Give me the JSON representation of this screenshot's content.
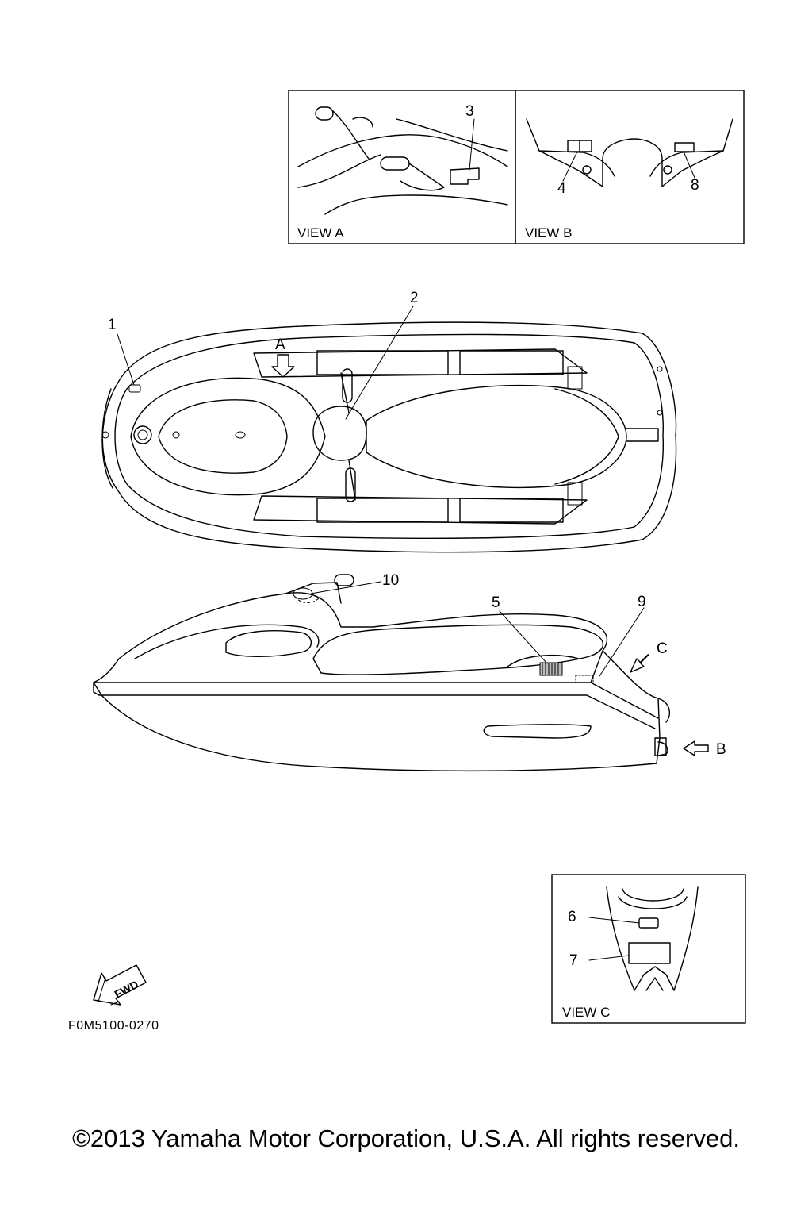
{
  "views": {
    "a": {
      "caption": "VIEW A",
      "callouts": [
        "3"
      ]
    },
    "b": {
      "caption": "VIEW B",
      "callouts": [
        "4",
        "8"
      ]
    },
    "c": {
      "caption": "VIEW C",
      "callouts": [
        "6",
        "7"
      ]
    }
  },
  "top_view": {
    "callouts": [
      "1",
      "2"
    ],
    "view_arrow": "A"
  },
  "side_view": {
    "callouts": [
      "10",
      "5",
      "9"
    ],
    "view_arrows": [
      "C",
      "B"
    ]
  },
  "fwd_badge": "FWD",
  "figure_code": "F0M5100-0270",
  "copyright": "©2013 Yamaha Motor Corporation, U.S.A. All rights reserved."
}
